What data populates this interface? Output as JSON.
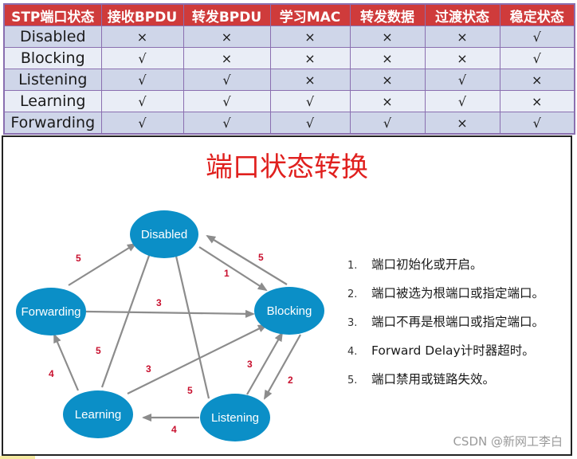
{
  "table": {
    "headers": [
      "STP端口状态",
      "接收BPDU",
      "转发BPDU",
      "学习MAC",
      "转发数据",
      "过渡状态",
      "稳定状态"
    ],
    "rows": [
      [
        "Disabled",
        "×",
        "×",
        "×",
        "×",
        "×",
        "√"
      ],
      [
        "Blocking",
        "√",
        "×",
        "×",
        "×",
        "×",
        "√"
      ],
      [
        "Listening",
        "√",
        "√",
        "×",
        "×",
        "√",
        "×"
      ],
      [
        "Learning",
        "√",
        "√",
        "√",
        "×",
        "√",
        "×"
      ],
      [
        "Forwarding",
        "√",
        "√",
        "√",
        "√",
        "×",
        "√"
      ]
    ]
  },
  "diagram": {
    "title": "端口状态转换",
    "node_color": "#0b8fc7",
    "arrow_color": "#8c8c8c",
    "label_color": "#c8102e",
    "nodes": {
      "disabled": "Disabled",
      "blocking": "Blocking",
      "forwarding": "Forwarding",
      "learning": "Learning",
      "listening": "Listening"
    },
    "edge_labels": {
      "forwarding_to_disabled": "5",
      "disabled_to_blocking": "1",
      "blocking_to_disabled": "5",
      "forwarding_to_blocking": "3",
      "learning_to_disabled": "5",
      "learning_to_forwarding": "4",
      "learning_to_blocking": "3",
      "listening_to_disabled": "5",
      "listening_to_blocking": "3",
      "blocking_to_listening": "2",
      "listening_to_learning": "4"
    }
  },
  "legend": [
    {
      "num": "1.",
      "text": "端口初始化或开启。"
    },
    {
      "num": "2.",
      "text": "端口被选为根端口或指定端口。"
    },
    {
      "num": "3.",
      "text": "端口不再是根端口或指定端口。"
    },
    {
      "num": "4.",
      "text": "Forward Delay计时器超时。"
    },
    {
      "num": "5.",
      "text": "端口禁用或链路失效。"
    }
  ],
  "watermark": "CSDN @新网工李白"
}
